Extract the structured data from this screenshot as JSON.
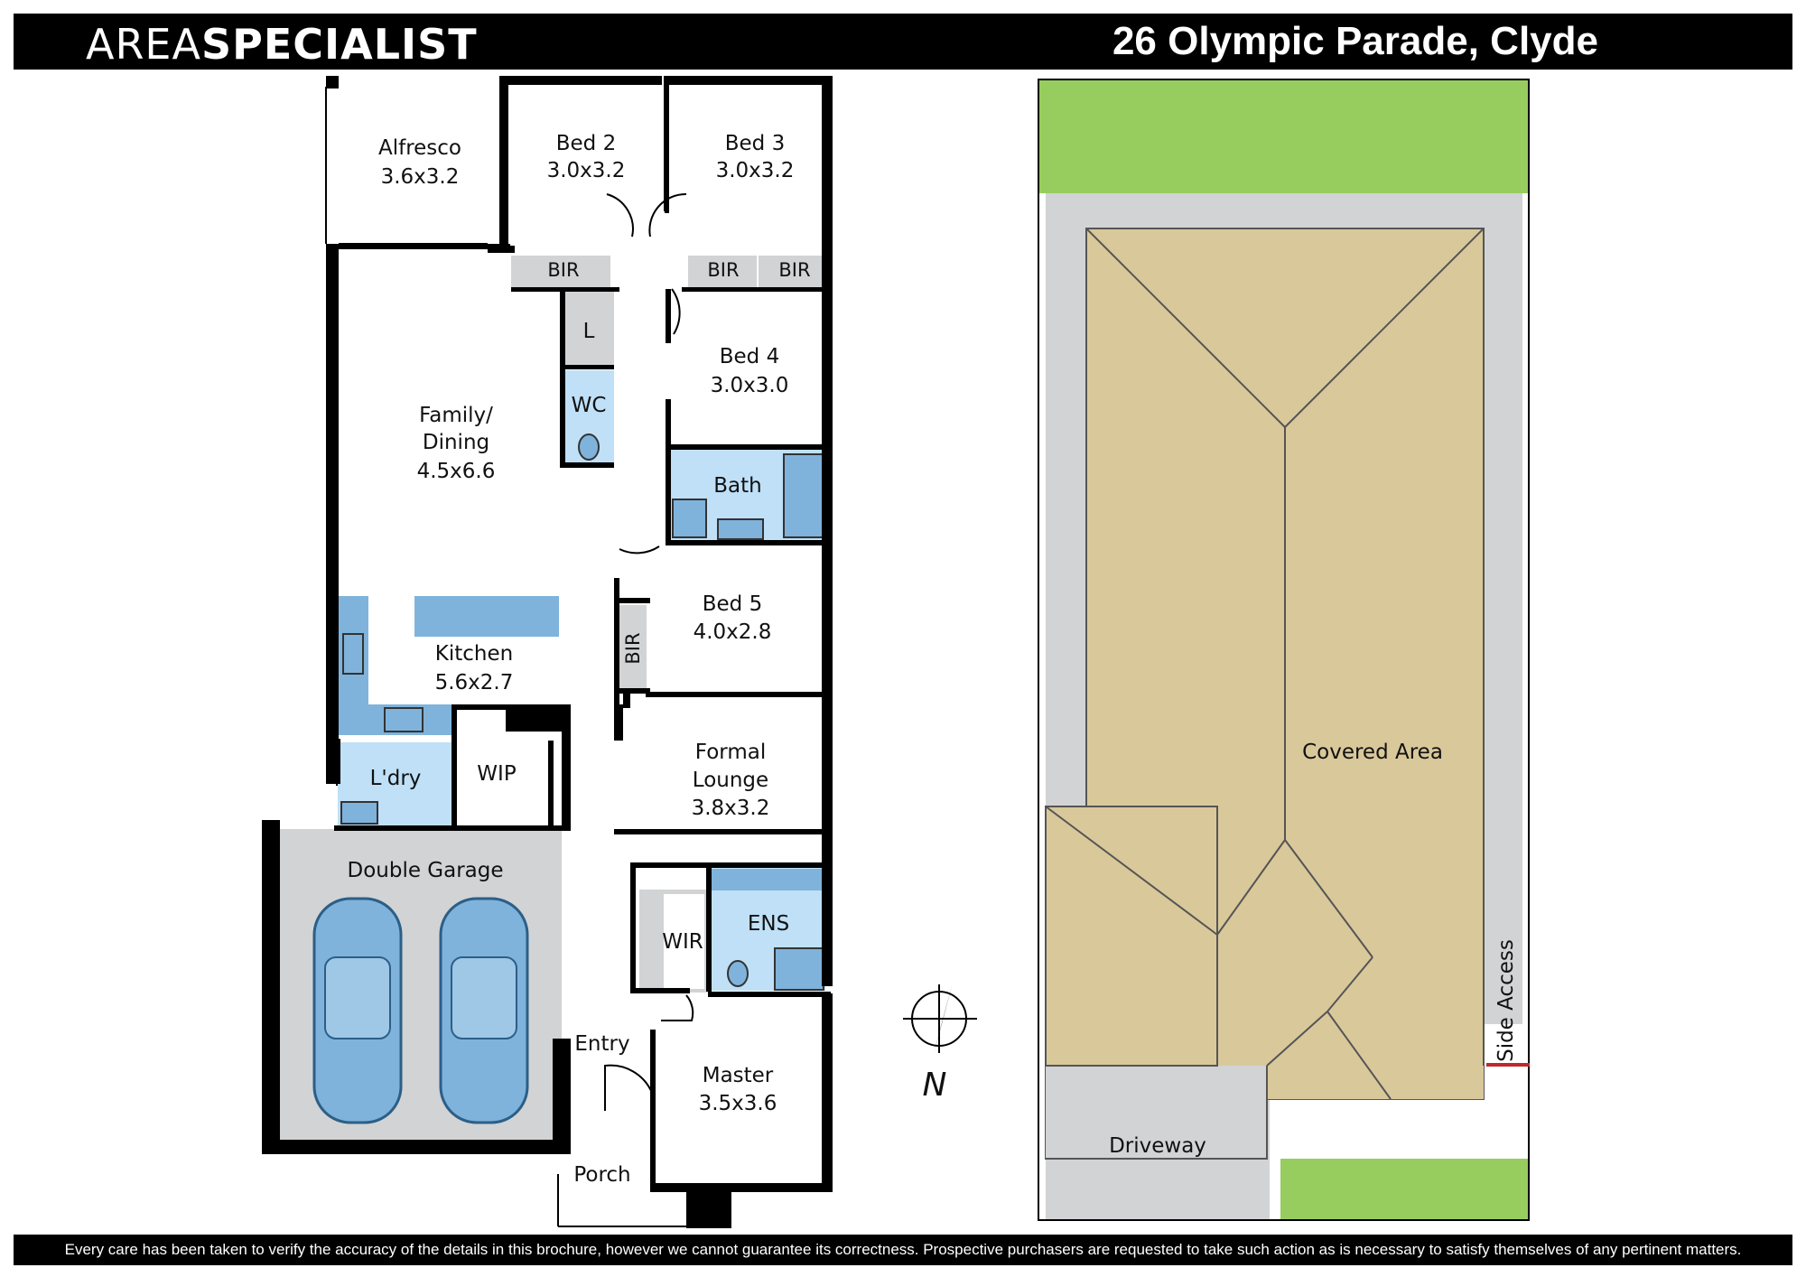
{
  "header": {
    "brand_light": "AREA",
    "brand_bold": "SPECIALIST",
    "address": "26 Olympic Parade, Clyde"
  },
  "footer": {
    "disclaimer": "Every care has been taken to verify the accuracy of the details in this brochure, however we cannot guarantee its correctness. Prospective purchasers are requested to take such action as is necessary to satisfy themselves of any pertinent matters."
  },
  "floorplan": {
    "rooms": {
      "alfresco": {
        "name": "Alfresco",
        "size": "3.6x3.2"
      },
      "bed2": {
        "name": "Bed 2",
        "size": "3.0x3.2"
      },
      "bed3": {
        "name": "Bed 3",
        "size": "3.0x3.2"
      },
      "bed4": {
        "name": "Bed 4",
        "size": "3.0x3.0"
      },
      "bed5": {
        "name": "Bed 5",
        "size": "4.0x2.8"
      },
      "family": {
        "name1": "Family/",
        "name2": "Dining",
        "size": "4.5x6.6"
      },
      "kitchen": {
        "name": "Kitchen",
        "size": "5.6x2.7"
      },
      "lounge": {
        "name1": "Formal",
        "name2": "Lounge",
        "size": "3.8x3.2"
      },
      "master": {
        "name": "Master",
        "size": "3.5x3.6"
      },
      "garage": {
        "name": "Double Garage"
      },
      "laundry": {
        "name": "L'dry"
      },
      "wip": {
        "name": "WIP"
      },
      "wir": {
        "name": "WIR"
      },
      "ens": {
        "name": "ENS"
      },
      "bath": {
        "name": "Bath"
      },
      "wc": {
        "name": "WC"
      },
      "linen": {
        "name": "L"
      },
      "entry": {
        "name": "Entry"
      },
      "porch": {
        "name": "Porch"
      },
      "bir": {
        "name": "BIR"
      }
    },
    "compass_label": "N"
  },
  "siteplan": {
    "covered_area": "Covered Area",
    "driveway": "Driveway",
    "side_access": "Side Access"
  },
  "colors": {
    "wall": "#000000",
    "wet_area": "#bfe0f7",
    "fixture": "#7fb3db",
    "garage": "#d2d3d5",
    "grass": "#97cd5e",
    "roof": "#d9c89a",
    "paving": "#d2d3d5",
    "boundary_marker": "#c0272d"
  }
}
